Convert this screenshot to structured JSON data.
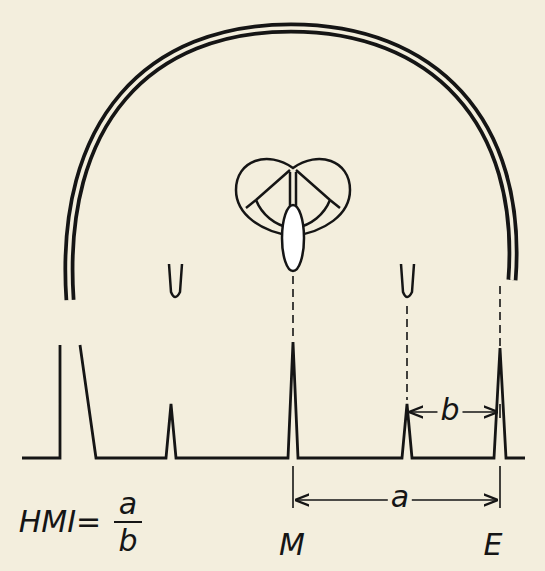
{
  "diagram": {
    "labels": [
      "HMI=",
      "a",
      "b",
      "b",
      "a",
      "M",
      "E"
    ]
  }
}
